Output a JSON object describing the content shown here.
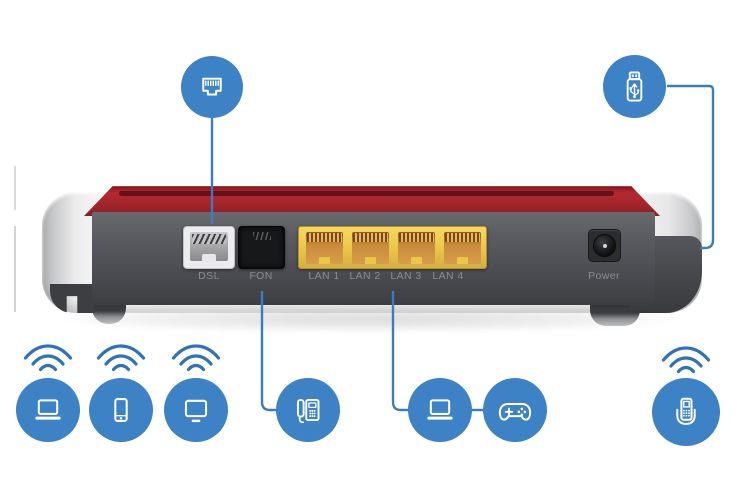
{
  "product": {
    "ports": {
      "dsl": "DSL",
      "fon": "FON",
      "lan1": "LAN 1",
      "lan2": "LAN 2",
      "lan3": "LAN 3",
      "lan4": "LAN 4",
      "power": "Power"
    }
  },
  "icons": {
    "top_left": "ethernet-port-icon",
    "top_right": "usb-stick-icon",
    "bottom_1": "laptop-wifi-icon",
    "bottom_2": "smartphone-wifi-icon",
    "bottom_3": "monitor-wifi-icon",
    "bottom_4": "desk-phone-icon",
    "bottom_5": "laptop-icon",
    "bottom_6": "gamepad-icon",
    "bottom_7": "cordless-phone-icon"
  },
  "colors": {
    "callout_blue": "#3d82c5",
    "wifi_arc_blue": "#2f72b8",
    "connector_blue": "#3a7cc0",
    "router_red": "#a4252c",
    "router_gray": "#4e5055",
    "lan_port_yellow": "#eac74b",
    "dsl_port_white": "#ececee",
    "fon_port_black": "#17181a",
    "port_label_gray": "#8f9296"
  }
}
